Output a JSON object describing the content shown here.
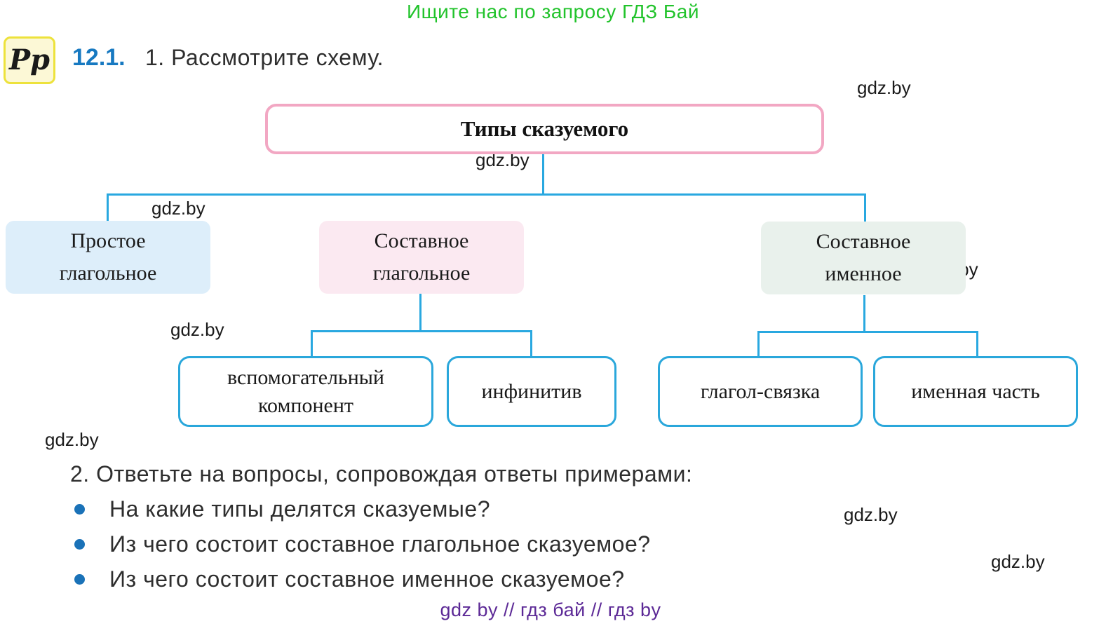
{
  "promo_text": "Ищите нас по запросу ГДЗ Бай",
  "watermark_text": "gdz.by",
  "exercise": {
    "icon_text": "Рр",
    "number": "12.1.",
    "task1_text": "1. Рассмотрите схему."
  },
  "diagram": {
    "title": "Типы сказуемого",
    "nodes_level1": [
      {
        "line1": "Простое",
        "line2": "глагольное"
      },
      {
        "line1": "Составное",
        "line2": "глагольное"
      },
      {
        "line1": "Составное",
        "line2": "именное"
      }
    ],
    "nodes_level2": [
      {
        "label": "вспомогательный компонент"
      },
      {
        "label": "инфинитив"
      },
      {
        "label": "глагол-связка"
      },
      {
        "label": "именная часть"
      }
    ]
  },
  "task2": {
    "intro": "2. Ответьте на вопросы, сопровождая ответы примерами:",
    "questions": [
      "На какие типы делятся сказуемые?",
      "Из чего состоит составное глагольное сказуемое?",
      "Из чего состоит составное именное сказуемое?"
    ]
  },
  "footer_text": "gdz by // гдз бай // гдз by",
  "colors": {
    "promo_green": "#21c32b",
    "number_blue": "#1779c1",
    "connector_blue": "#29a8e0",
    "title_border_pink": "#f2a7c3",
    "node_simple_bg": "#ddeefa",
    "node_verbal_bg": "#fbe9f1",
    "node_nominal_bg": "#e9f1ec",
    "level2_border_blue": "#2aa7db",
    "bullet_blue": "#1a72b8",
    "footer_purple": "#5c2996",
    "icon_bg": "#fcf8d6",
    "icon_border": "#ede23c"
  }
}
